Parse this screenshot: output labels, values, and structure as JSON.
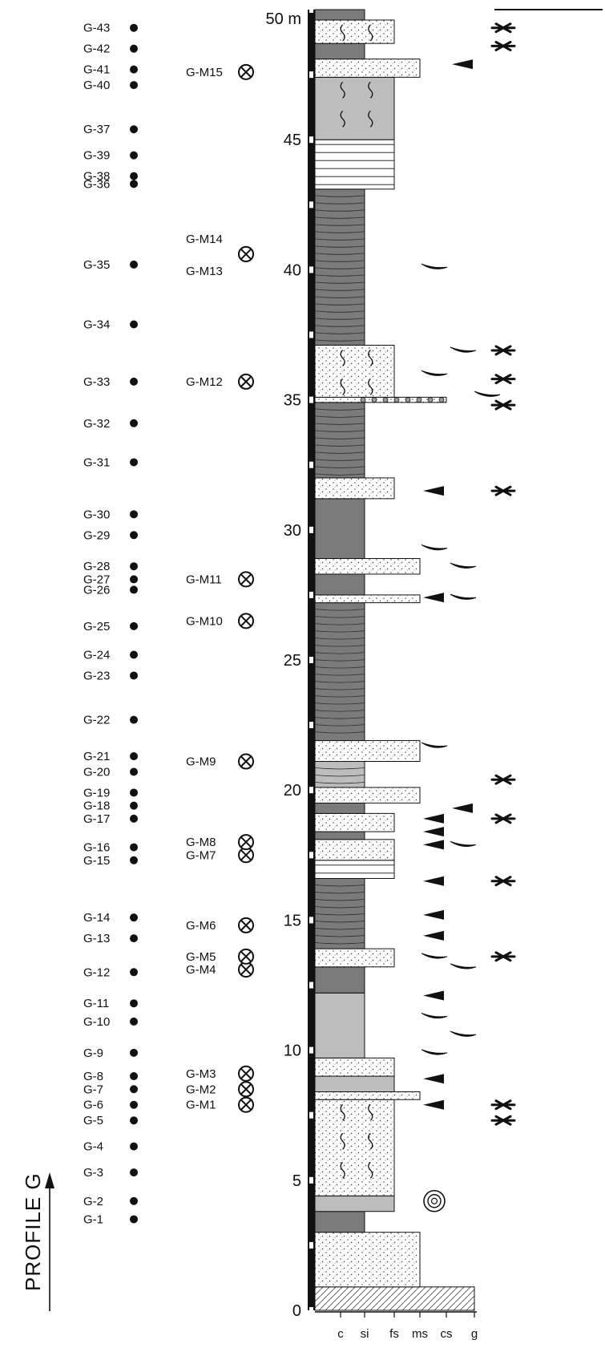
{
  "profile_title": "PROFILE G",
  "depth_axis": {
    "unit": "m",
    "top_label": "50 m",
    "ticks": [
      0,
      5,
      10,
      15,
      20,
      25,
      30,
      35,
      40,
      45
    ]
  },
  "grain_size_scale": [
    "c",
    "si",
    "fs",
    "ms",
    "cs",
    "g"
  ],
  "sample_legend": {
    "sample_symbol": "filled-dot",
    "micro_sample_symbol": "circled-cross"
  },
  "samples": [
    {
      "id": "G-1",
      "m": 3.5
    },
    {
      "id": "G-2",
      "m": 4.2
    },
    {
      "id": "G-3",
      "m": 5.3
    },
    {
      "id": "G-4",
      "m": 6.3
    },
    {
      "id": "G-5",
      "m": 7.3
    },
    {
      "id": "G-6",
      "m": 7.9
    },
    {
      "id": "G-7",
      "m": 8.5
    },
    {
      "id": "G-8",
      "m": 9.0
    },
    {
      "id": "G-9",
      "m": 9.9
    },
    {
      "id": "G-10",
      "m": 11.1
    },
    {
      "id": "G-11",
      "m": 11.8
    },
    {
      "id": "G-12",
      "m": 13.0
    },
    {
      "id": "G-13",
      "m": 14.3
    },
    {
      "id": "G-14",
      "m": 15.1
    },
    {
      "id": "G-15",
      "m": 17.3
    },
    {
      "id": "G-16",
      "m": 17.8
    },
    {
      "id": "G-17",
      "m": 18.9
    },
    {
      "id": "G-18",
      "m": 19.4
    },
    {
      "id": "G-19",
      "m": 19.9
    },
    {
      "id": "G-20",
      "m": 20.7
    },
    {
      "id": "G-21",
      "m": 21.3
    },
    {
      "id": "G-22",
      "m": 22.7
    },
    {
      "id": "G-23",
      "m": 24.4
    },
    {
      "id": "G-24",
      "m": 25.2
    },
    {
      "id": "G-25",
      "m": 26.3
    },
    {
      "id": "G-26",
      "m": 27.7
    },
    {
      "id": "G-27",
      "m": 28.1
    },
    {
      "id": "G-28",
      "m": 28.6
    },
    {
      "id": "G-29",
      "m": 29.8
    },
    {
      "id": "G-30",
      "m": 30.6
    },
    {
      "id": "G-31",
      "m": 32.6
    },
    {
      "id": "G-32",
      "m": 34.1
    },
    {
      "id": "G-33",
      "m": 35.7
    },
    {
      "id": "G-34",
      "m": 37.9
    },
    {
      "id": "G-35",
      "m": 40.2
    },
    {
      "id": "G-36",
      "m": 43.3
    },
    {
      "id": "G-37",
      "m": 45.4
    },
    {
      "id": "G-38",
      "m": 43.6
    },
    {
      "id": "G-39",
      "m": 44.4
    },
    {
      "id": "G-40",
      "m": 47.1
    },
    {
      "id": "G-41",
      "m": 47.7
    },
    {
      "id": "G-42",
      "m": 48.5
    },
    {
      "id": "G-43",
      "m": 49.3
    }
  ],
  "micro_samples": [
    {
      "id": "G-M1",
      "m": 7.9,
      "label_side": "left"
    },
    {
      "id": "G-M2",
      "m": 8.5,
      "label_side": "left"
    },
    {
      "id": "G-M3",
      "m": 9.1,
      "label_side": "left"
    },
    {
      "id": "G-M4",
      "m": 13.1,
      "label_side": "left"
    },
    {
      "id": "G-M5",
      "m": 13.6,
      "label_side": "left"
    },
    {
      "id": "G-M6",
      "m": 14.8,
      "label_side": "left"
    },
    {
      "id": "G-M7",
      "m": 17.5,
      "label_side": "left"
    },
    {
      "id": "G-M8",
      "m": 18.0,
      "label_side": "left"
    },
    {
      "id": "G-M9",
      "m": 21.1,
      "label_side": "left"
    },
    {
      "id": "G-M10",
      "m": 26.5,
      "label_side": "left"
    },
    {
      "id": "G-M11",
      "m": 28.1,
      "label_side": "left"
    },
    {
      "id": "G-M12",
      "m": 35.7,
      "label_side": "left"
    },
    {
      "id": "G-M13",
      "m": 40.6,
      "label_side": "below"
    },
    {
      "id": "G-M14",
      "m": 40.6,
      "label_side": "above"
    },
    {
      "id": "G-M15",
      "m": 47.6,
      "label_side": "left"
    }
  ],
  "lithology_units": [
    {
      "bottom": 0.0,
      "top": 0.9,
      "grain": "g",
      "fill": "hatched"
    },
    {
      "bottom": 0.9,
      "top": 3.0,
      "grain": "ms",
      "fill": "sand"
    },
    {
      "bottom": 3.0,
      "top": 3.8,
      "grain": "si",
      "fill": "dark"
    },
    {
      "bottom": 3.8,
      "top": 4.4,
      "grain": "fs",
      "fill": "light"
    },
    {
      "bottom": 4.4,
      "top": 8.1,
      "grain": "fs",
      "fill": "sand-bioturbated"
    },
    {
      "bottom": 8.1,
      "top": 8.4,
      "grain": "ms",
      "fill": "sand"
    },
    {
      "bottom": 8.4,
      "top": 9.0,
      "grain": "fs",
      "fill": "light"
    },
    {
      "bottom": 9.0,
      "top": 9.7,
      "grain": "fs",
      "fill": "sand"
    },
    {
      "bottom": 9.7,
      "top": 12.2,
      "grain": "si",
      "fill": "light"
    },
    {
      "bottom": 12.2,
      "top": 13.2,
      "grain": "si",
      "fill": "dark"
    },
    {
      "bottom": 13.2,
      "top": 13.9,
      "grain": "fs",
      "fill": "sand"
    },
    {
      "bottom": 13.9,
      "top": 16.6,
      "grain": "si",
      "fill": "dark-laminated"
    },
    {
      "bottom": 16.6,
      "top": 17.3,
      "grain": "fs",
      "fill": "interbedded"
    },
    {
      "bottom": 17.3,
      "top": 18.1,
      "grain": "fs",
      "fill": "sand"
    },
    {
      "bottom": 18.1,
      "top": 18.4,
      "grain": "si",
      "fill": "dark"
    },
    {
      "bottom": 18.4,
      "top": 19.1,
      "grain": "fs",
      "fill": "sand"
    },
    {
      "bottom": 19.1,
      "top": 19.5,
      "grain": "si",
      "fill": "dark"
    },
    {
      "bottom": 19.5,
      "top": 20.1,
      "grain": "ms",
      "fill": "sand"
    },
    {
      "bottom": 20.1,
      "top": 21.1,
      "grain": "si",
      "fill": "light-laminated"
    },
    {
      "bottom": 21.1,
      "top": 21.9,
      "grain": "ms",
      "fill": "sand"
    },
    {
      "bottom": 21.9,
      "top": 27.2,
      "grain": "si",
      "fill": "dark-laminated"
    },
    {
      "bottom": 27.2,
      "top": 27.5,
      "grain": "ms",
      "fill": "sand"
    },
    {
      "bottom": 27.5,
      "top": 28.3,
      "grain": "si",
      "fill": "dark"
    },
    {
      "bottom": 28.3,
      "top": 28.9,
      "grain": "ms",
      "fill": "sand"
    },
    {
      "bottom": 28.9,
      "top": 31.2,
      "grain": "si",
      "fill": "dark"
    },
    {
      "bottom": 31.2,
      "top": 32.0,
      "grain": "fs",
      "fill": "sand"
    },
    {
      "bottom": 32.0,
      "top": 34.9,
      "grain": "si",
      "fill": "dark-laminated"
    },
    {
      "bottom": 34.9,
      "top": 35.1,
      "grain": "cs",
      "fill": "pebbly"
    },
    {
      "bottom": 35.1,
      "top": 37.1,
      "grain": "fs",
      "fill": "sand-bioturbated"
    },
    {
      "bottom": 37.1,
      "top": 43.1,
      "grain": "si",
      "fill": "dark-laminated"
    },
    {
      "bottom": 43.1,
      "top": 45.0,
      "grain": "fs",
      "fill": "interbedded"
    },
    {
      "bottom": 45.0,
      "top": 47.4,
      "grain": "fs",
      "fill": "light-bioturbated"
    },
    {
      "bottom": 47.4,
      "top": 48.1,
      "grain": "ms",
      "fill": "sand"
    },
    {
      "bottom": 48.1,
      "top": 48.7,
      "grain": "si",
      "fill": "dark"
    },
    {
      "bottom": 48.7,
      "top": 49.6,
      "grain": "fs",
      "fill": "sand-bioturbated"
    },
    {
      "bottom": 49.6,
      "top": 50.0,
      "grain": "si",
      "fill": "dark"
    }
  ],
  "fossils": [
    {
      "type": "gastropod-coiled",
      "m": 4.2,
      "col": "ms"
    },
    {
      "type": "shell",
      "m": 7.9,
      "col": "ms"
    },
    {
      "type": "shell",
      "m": 8.9,
      "col": "ms"
    },
    {
      "type": "bivalve",
      "m": 9.9,
      "col": "ms"
    },
    {
      "type": "bivalve",
      "m": 10.6,
      "col": "cs"
    },
    {
      "type": "bivalve",
      "m": 11.3,
      "col": "ms"
    },
    {
      "type": "shell",
      "m": 12.1,
      "col": "ms"
    },
    {
      "type": "bivalve",
      "m": 13.2,
      "col": "cs"
    },
    {
      "type": "bivalve",
      "m": 13.6,
      "col": "ms"
    },
    {
      "type": "shell",
      "m": 14.4,
      "col": "ms"
    },
    {
      "type": "shell",
      "m": 15.2,
      "col": "ms"
    },
    {
      "type": "shell",
      "m": 16.5,
      "col": "ms"
    },
    {
      "type": "shell",
      "m": 17.9,
      "col": "ms"
    },
    {
      "type": "bivalve",
      "m": 17.9,
      "col": "cs"
    },
    {
      "type": "shell",
      "m": 18.4,
      "col": "ms"
    },
    {
      "type": "shell",
      "m": 18.9,
      "col": "ms"
    },
    {
      "type": "shell",
      "m": 19.3,
      "col": "cs"
    },
    {
      "type": "bivalve",
      "m": 21.7,
      "col": "ms"
    },
    {
      "type": "shell",
      "m": 27.4,
      "col": "ms"
    },
    {
      "type": "bivalve",
      "m": 27.4,
      "col": "cs"
    },
    {
      "type": "bivalve",
      "m": 28.6,
      "col": "cs"
    },
    {
      "type": "bivalve",
      "m": 29.3,
      "col": "ms"
    },
    {
      "type": "shell",
      "m": 31.5,
      "col": "ms"
    },
    {
      "type": "bivalve",
      "m": 35.2,
      "col": "g"
    },
    {
      "type": "bivalve",
      "m": 36.0,
      "col": "ms"
    },
    {
      "type": "bivalve",
      "m": 36.9,
      "col": "cs"
    },
    {
      "type": "bivalve",
      "m": 40.1,
      "col": "ms"
    },
    {
      "type": "shell",
      "m": 47.9,
      "col": "cs"
    }
  ],
  "plant_remains": [
    7.3,
    7.9,
    13.6,
    16.5,
    18.9,
    20.4,
    31.5,
    34.8,
    35.8,
    36.9,
    48.6,
    49.3
  ]
}
